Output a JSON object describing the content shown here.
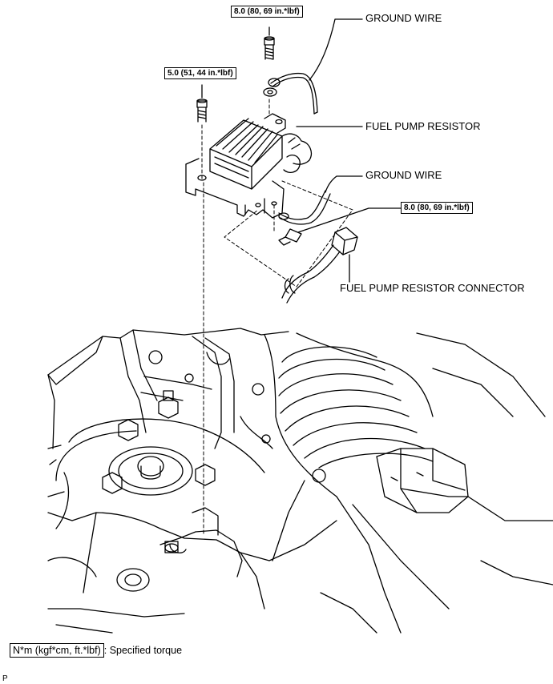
{
  "labels": {
    "ground_wire_top": "GROUND WIRE",
    "fuel_pump_resistor": "FUEL PUMP RESISTOR",
    "ground_wire_mid": "GROUND WIRE",
    "fuel_pump_resistor_connector": "FUEL PUMP RESISTOR CONNECTOR"
  },
  "torque": {
    "top_bolt": "8.0 (80, 69 in.*lbf)",
    "left_bolt": "5.0 (51, 44 in.*lbf)",
    "ground_bolt": "8.0 (80, 69 in.*lbf)"
  },
  "legend": {
    "unit": "N*m (kgf*cm, ft.*lbf)",
    "description": ": Specified torque"
  },
  "corner_mark": "P"
}
